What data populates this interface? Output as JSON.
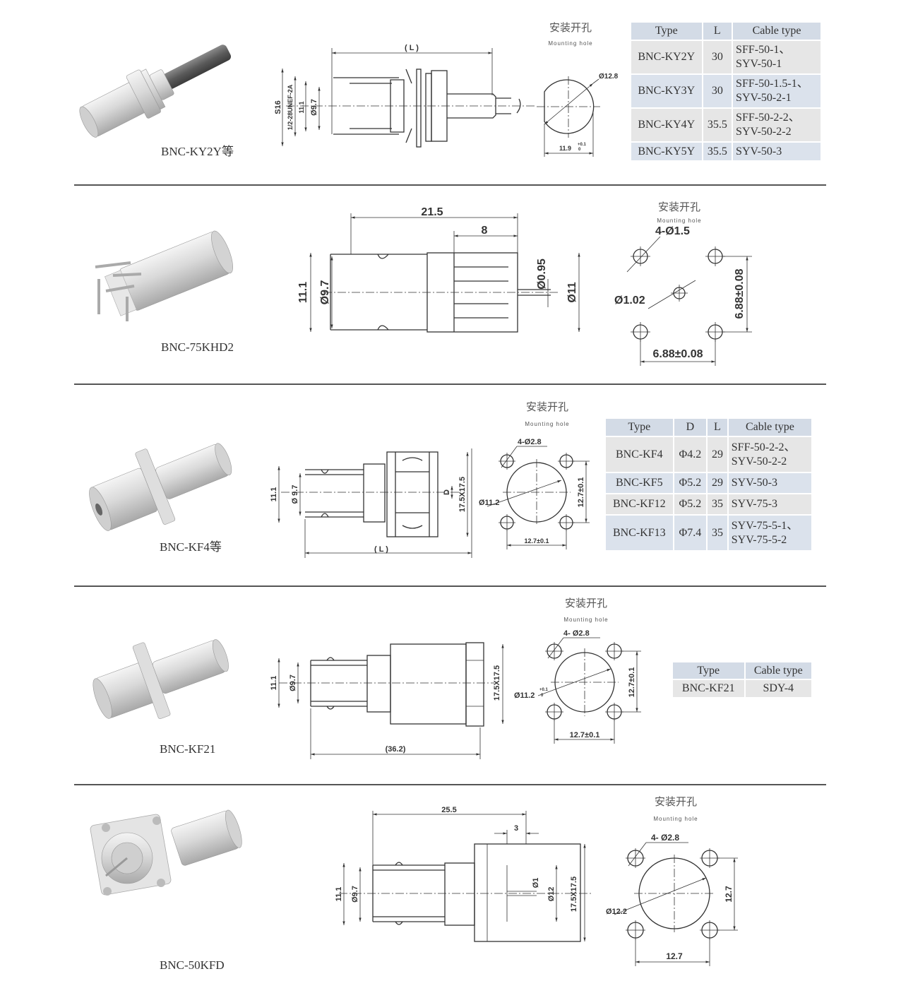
{
  "mount_title_cn": "安装开孔",
  "mount_title_en": "Mounting hole",
  "sections": [
    {
      "label": "BNC-KY2Y等",
      "dims": {
        "L": "( L )",
        "s16": "S16",
        "thread": "1/2-28UNEF-2A",
        "d111": "11.1",
        "d97": "Ø9.7",
        "hole": "Ø12.8",
        "flat": "11.9",
        "tol_up": "+0.1",
        "tol_dn": "0"
      },
      "table": {
        "headers": [
          "Type",
          "L",
          "Cable type"
        ],
        "rows": [
          {
            "type": "BNC-KY2Y",
            "l": "30",
            "cable": [
              "SFF-50-1、",
              "SYV-50-1"
            ]
          },
          {
            "type": "BNC-KY3Y",
            "l": "30",
            "cable": [
              "SFF-50-1.5-1、",
              "SYV-50-2-1"
            ]
          },
          {
            "type": "BNC-KY4Y",
            "l": "35.5",
            "cable": [
              "SFF-50-2-2、",
              "SYV-50-2-2"
            ]
          },
          {
            "type": "BNC-KY5Y",
            "l": "35.5",
            "cable": [
              "SYV-50-3"
            ]
          }
        ]
      }
    },
    {
      "label": "BNC-75KHD2",
      "dims": {
        "len": "21.5",
        "block": "8",
        "d111": "11.1",
        "d97": "Ø9.7",
        "pin": "Ø0.95",
        "d11": "Ø11",
        "holes": "4-Ø1.5",
        "center": "Ø1.02",
        "pitch_h": "6.88±0.08",
        "pitch_v": "6.88±0.08"
      }
    },
    {
      "label": "BNC-KF4等",
      "dims": {
        "d111": "11.1",
        "d97": "Ø 9.7",
        "flange": "17.5X17.5",
        "D": "D",
        "L": "( L )",
        "holes": "4-Ø2.8",
        "hole": "Ø11.2",
        "pitch_v": "12.7±0.1",
        "pitch_h": "12.7±0.1"
      },
      "table": {
        "headers": [
          "Type",
          "D",
          "L",
          "Cable type"
        ],
        "rows": [
          {
            "type": "BNC-KF4",
            "d": "Φ4.2",
            "l": "29",
            "cable": [
              "SFF-50-2-2、",
              "SYV-50-2-2"
            ]
          },
          {
            "type": "BNC-KF5",
            "d": "Φ5.2",
            "l": "29",
            "cable": [
              "SYV-50-3"
            ]
          },
          {
            "type": "BNC-KF12",
            "d": "Φ5.2",
            "l": "35",
            "cable": [
              "SYV-75-3"
            ]
          },
          {
            "type": "BNC-KF13",
            "d": "Φ7.4",
            "l": "35",
            "cable": [
              "SYV-75-5-1、",
              "SYV-75-5-2"
            ]
          }
        ]
      }
    },
    {
      "label": "BNC-KF21",
      "dims": {
        "d111": "11.1",
        "d97": "Ø9.7",
        "flange": "17.5X17.5",
        "len": "(36.2)",
        "holes": "4- Ø2.8",
        "hole": "Ø11.2",
        "tol_up": "+0.1",
        "tol_dn": "0",
        "pitch_v": "12.7±0.1",
        "pitch_h": "12.7±0.1"
      },
      "table": {
        "headers": [
          "Type",
          "Cable type"
        ],
        "rows": [
          {
            "type": "BNC-KF21",
            "cable": "SDY-4"
          }
        ]
      }
    },
    {
      "label": "BNC-50KFD",
      "dims": {
        "len": "25.5",
        "step": "3",
        "d111": "11.1",
        "d97": "Ø9.7",
        "pin": "Ø1",
        "d12": "Ø12",
        "flange": "17.5X17.5",
        "holes": "4- Ø2.8",
        "hole": "Ø12.2",
        "pitch_v": "12.7",
        "pitch_h": "12.7"
      }
    }
  ]
}
